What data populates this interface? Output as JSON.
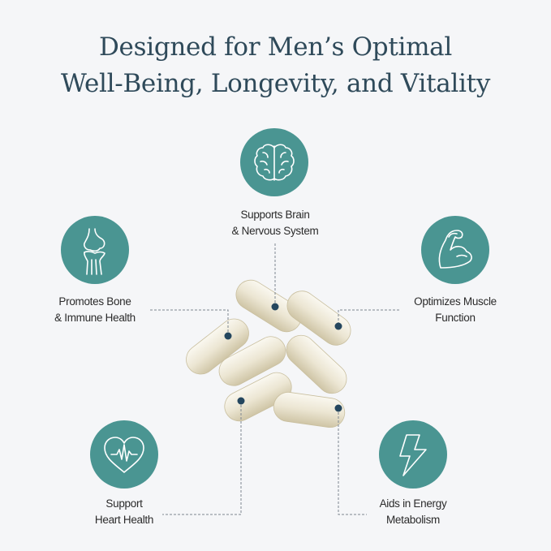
{
  "header": {
    "title_line1": "Designed for Men’s Optimal",
    "title_line2": "Well-Being, Longevity, and Vitality"
  },
  "colors": {
    "background": "#f5f6f8",
    "title": "#2f4a5a",
    "icon_circle": "#4a9592",
    "marker_dot": "#24465e",
    "label_text": "#2b2b2b",
    "capsule": "#ebe5d2"
  },
  "benefits": [
    {
      "id": "brain",
      "icon": "brain-icon",
      "line1": "Supports Brain",
      "line2": "& Nervous System"
    },
    {
      "id": "bone",
      "icon": "knee-joint-icon",
      "line1": "Promotes Bone",
      "line2": "& Immune Health"
    },
    {
      "id": "muscle",
      "icon": "flexed-arm-icon",
      "line1": "Optimizes Muscle",
      "line2": "Function"
    },
    {
      "id": "heart",
      "icon": "heart-pulse-icon",
      "line1": "Support",
      "line2": "Heart Health"
    },
    {
      "id": "energy",
      "icon": "lightning-bolt-icon",
      "line1": "Aids in Energy",
      "line2": "Metabolism"
    }
  ]
}
